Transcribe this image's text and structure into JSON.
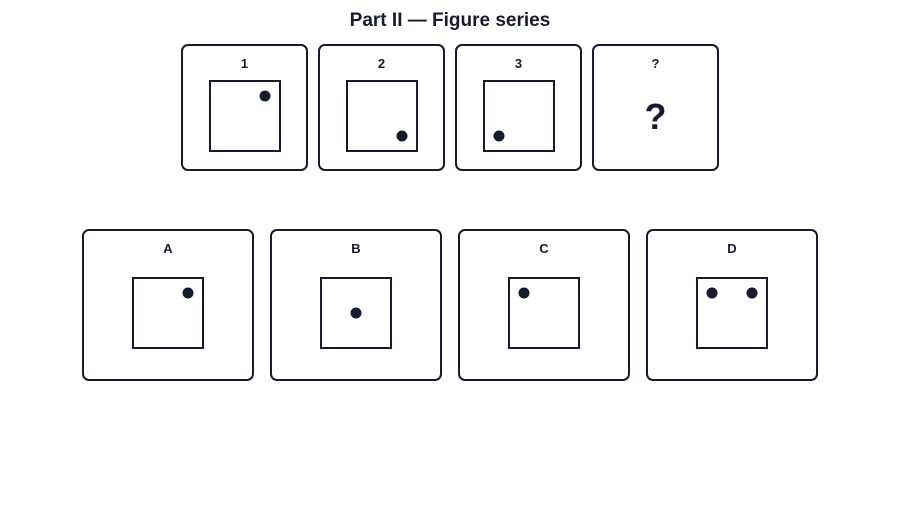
{
  "title": "Part II — Figure series",
  "colors": {
    "ink": "#151c2e",
    "background": "#ffffff"
  },
  "series": [
    {
      "label": "1",
      "dots": [
        {
          "fx": 0.8,
          "fy": 0.2
        }
      ]
    },
    {
      "label": "2",
      "dots": [
        {
          "fx": 0.8,
          "fy": 0.8
        }
      ]
    },
    {
      "label": "3",
      "dots": [
        {
          "fx": 0.2,
          "fy": 0.8
        }
      ]
    },
    {
      "label": "?",
      "symbol": "?"
    }
  ],
  "options": [
    {
      "label": "A",
      "dots": [
        {
          "fx": 0.8,
          "fy": 0.2
        }
      ]
    },
    {
      "label": "B",
      "dots": [
        {
          "fx": 0.5,
          "fy": 0.5
        }
      ]
    },
    {
      "label": "C",
      "dots": [
        {
          "fx": 0.2,
          "fy": 0.2
        }
      ]
    },
    {
      "label": "D",
      "dots": [
        {
          "fx": 0.2,
          "fy": 0.2
        },
        {
          "fx": 0.8,
          "fy": 0.2
        }
      ]
    }
  ]
}
